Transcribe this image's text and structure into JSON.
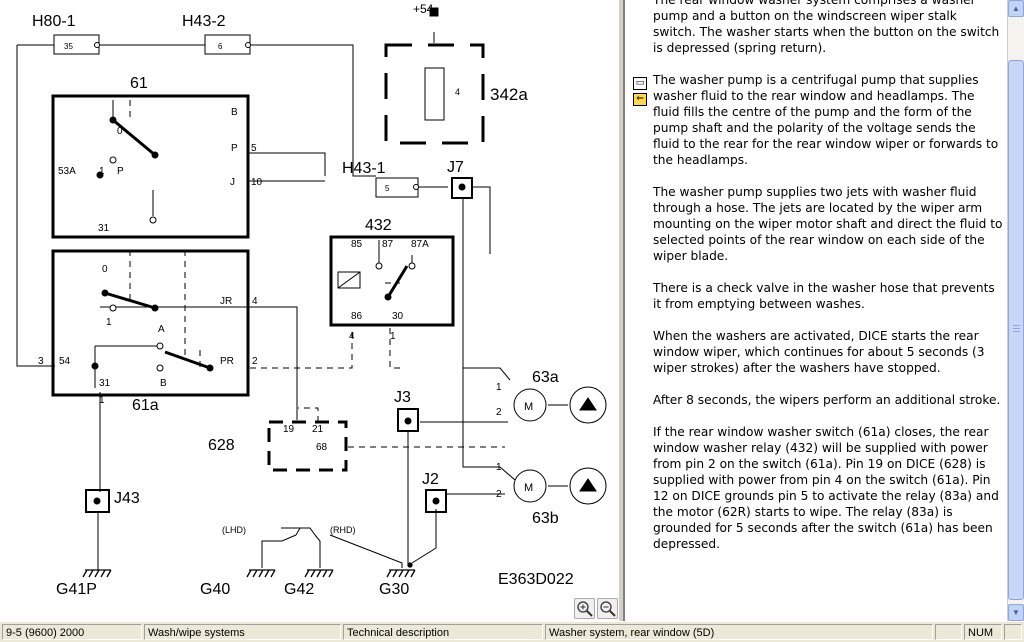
{
  "diagram": {
    "labels": {
      "h80_1": "H80-1",
      "h43_2": "H43-2",
      "h43_1": "H43-1",
      "plus54": "+54",
      "c342a": "342a",
      "c61": "61",
      "c61a": "61a",
      "c432": "432",
      "c628": "628",
      "c63a": "63a",
      "c63b": "63b",
      "j7": "J7",
      "j3": "J3",
      "j2": "J2",
      "j43": "J43",
      "g41p": "G41P",
      "g40": "G40",
      "g42": "G42",
      "g30": "G30",
      "lhd": "(LHD)",
      "rhd": "(RHD)",
      "figure_id": "E363D022",
      "motor": "M"
    },
    "pins": {
      "h80_1": "35",
      "h43_2": "6",
      "h43_1": "5",
      "c342a": "4",
      "c61_b": "B",
      "c61_p": "P",
      "c61_j": "J",
      "c61_pin5": "5",
      "c61_pin10": "10",
      "c61_zero": "0",
      "c61_53a": "53A",
      "c61_1": "1",
      "c61_pp": "P",
      "c61_31": "31",
      "c61a_0": "0",
      "c61a_1": "1",
      "c61a_a": "A",
      "c61a_b": "B",
      "c61a_jr": "JR",
      "c61a_pr": "PR",
      "c61a_4": "4",
      "c61a_2": "2",
      "c61a_3": "3",
      "c61a_54": "54",
      "c61a_31": "31",
      "c61a_bot1": "1",
      "r85": "85",
      "r87": "87",
      "r87a": "87A",
      "r86": "86",
      "r30": "30",
      "r4": "4",
      "r1": "1",
      "d19": "19",
      "d21": "21",
      "d68": "68",
      "m1a": "1",
      "m2a": "2",
      "m1b": "1",
      "m2b": "2"
    }
  },
  "document": {
    "paragraphs": [
      "The rear window washer system comprises a washer pump and a button on the windscreen wiper stalk switch. The washer starts when the button on the switch is depressed (spring return).",
      "The washer pump is a centrifugal pump that supplies washer fluid to the rear window and headlamps. The fluid fills the centre of the pump and the form of the pump shaft and the polarity of the voltage sends the fluid to the rear for the rear window wiper or forwards to the headlamps.",
      "The washer pump supplies two jets with washer fluid through a hose. The jets are located by the wiper arm mounting on the wiper motor shaft and direct the fluid to selected points of the rear window on each side of the wiper blade.",
      "There is a check valve in the washer hose that prevents it from emptying between washes.",
      "When the washers are activated, DICE starts the rear window wiper, which continues for about 5 seconds (3 wiper strokes) after the washers have stopped.",
      "After 8 seconds, the wipers perform an additional stroke.",
      "If the rear window washer switch (61a) closes, the rear window washer relay (432) will be supplied with power from pin 2 on the switch (61a). Pin 19 on DICE (628) is supplied with power from pin 4 on the switch (61a). Pin 12 on DICE grounds pin 5 to activate the relay (83a) and the motor (62R) starts to wipe. The relay (83a) is grounded for 5 seconds after the switch (61a) has been depressed."
    ],
    "icon_glyphs": {
      "sheet": "▭",
      "back": "⇐"
    }
  },
  "toolbar": {
    "zoom_in": "zoom-in",
    "zoom_out": "zoom-out"
  },
  "status": {
    "model": "9-5 (9600) 2000",
    "system": "Wash/wipe systems",
    "doc_type": "Technical description",
    "title": "Washer system, rear window (5D)",
    "num": "NUM"
  }
}
